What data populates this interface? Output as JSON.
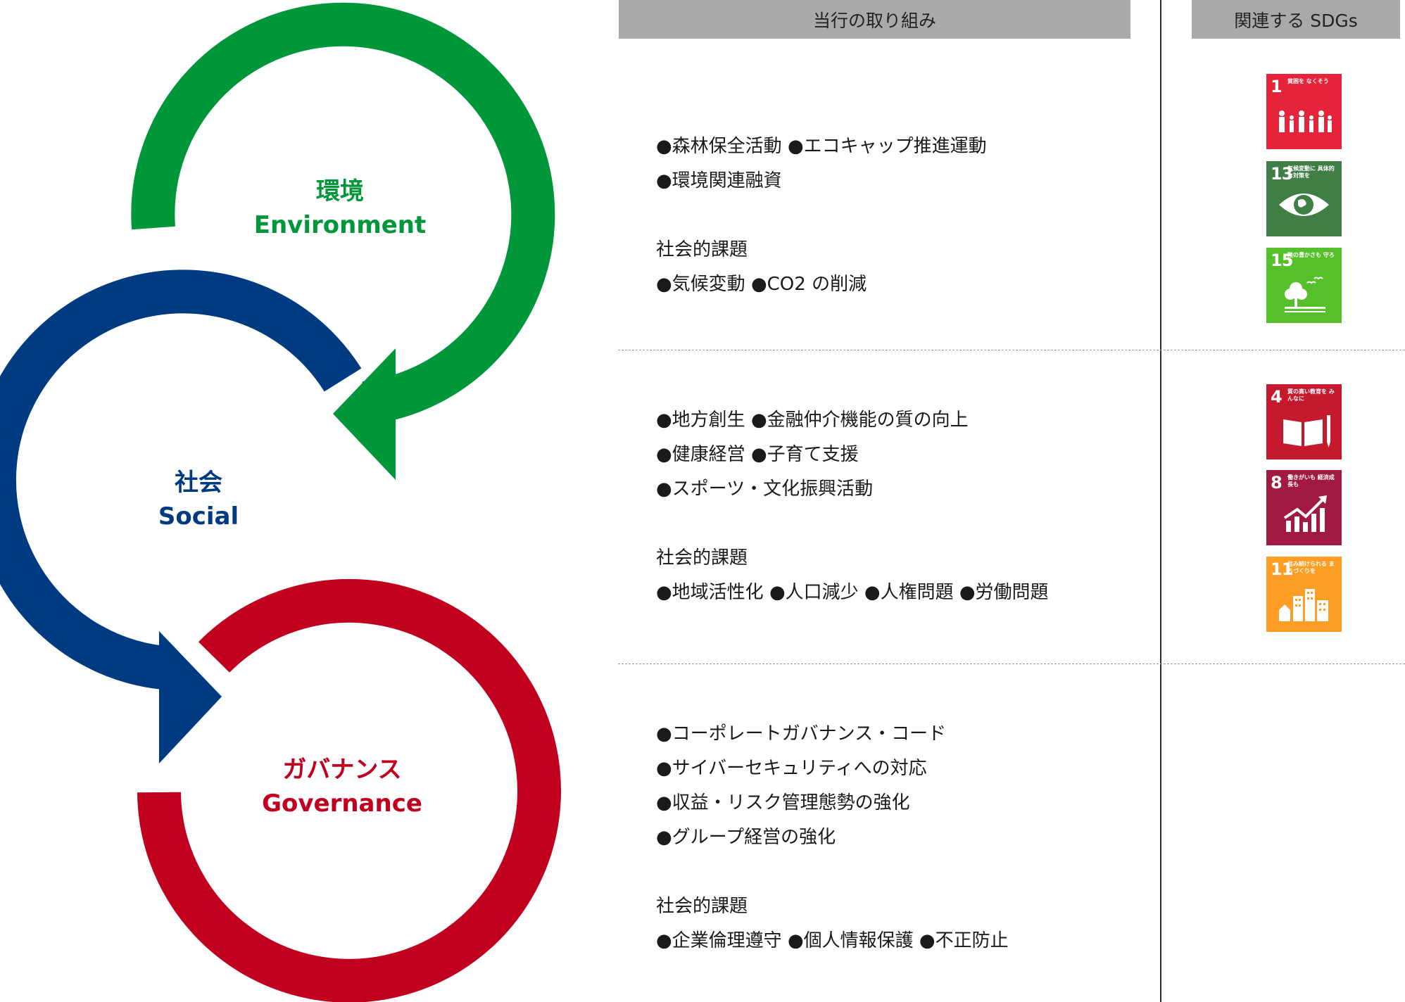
{
  "colors": {
    "environment": "#00963a",
    "social": "#003a80",
    "governance": "#c1001f",
    "header_bg": "#a9a9a9"
  },
  "cycle": {
    "environment": {
      "jp": "環境",
      "en": "Environment"
    },
    "social": {
      "jp": "社会",
      "en": "Social"
    },
    "governance": {
      "jp": "ガバナンス",
      "en": "Governance"
    }
  },
  "headers": {
    "initiatives": "当行の取り組み",
    "sdgs": "関連する SDGs"
  },
  "sections": {
    "environment": {
      "lines": [
        "●森林保全活動 ●エコキャップ推進運動",
        "●環境関連融資"
      ],
      "issue_title": "社会的課題",
      "issues": "●気候変動 ●CO2 の削減"
    },
    "social": {
      "lines": [
        "●地方創生 ●金融仲介機能の質の向上",
        "●健康経営 ●子育て支援",
        "●スポーツ・文化振興活動"
      ],
      "issue_title": "社会的課題",
      "issues": "●地域活性化 ●人口減少 ●人権問題 ●労働問題"
    },
    "governance": {
      "lines": [
        "●コーポレートガバナンス・コード",
        "●サイバーセキュリティへの対応",
        "●収益・リスク管理態勢の強化",
        "●グループ経営の強化"
      ],
      "issue_title": "社会的課題",
      "issues": "●企業倫理遵守 ●個人情報保護 ●不正防止"
    }
  },
  "sdgs": [
    {
      "number": "1",
      "title": "貧困を なくそう",
      "color": "#e5243b",
      "icon": "family-icon"
    },
    {
      "number": "13",
      "title": "気候変動に 具体的な対策を",
      "color": "#3f7e44",
      "icon": "eye-globe-icon"
    },
    {
      "number": "15",
      "title": "陸の豊かさも 守ろう",
      "color": "#56c02b",
      "icon": "tree-birds-icon"
    },
    {
      "number": "4",
      "title": "質の高い教育を みんなに",
      "color": "#c5192d",
      "icon": "book-pencil-icon"
    },
    {
      "number": "8",
      "title": "働きがいも 経済成長も",
      "color": "#a21942",
      "icon": "growth-chart-icon"
    },
    {
      "number": "11",
      "title": "住み続けられる まちづくりを",
      "color": "#fd9d24",
      "icon": "buildings-icon"
    }
  ]
}
